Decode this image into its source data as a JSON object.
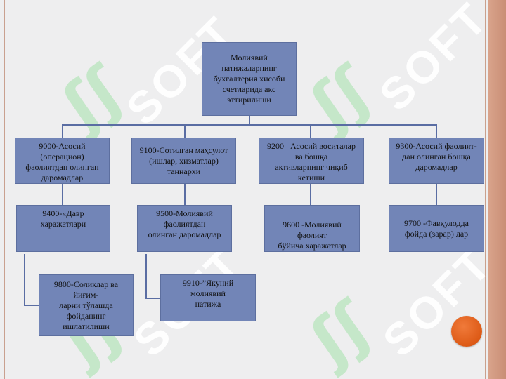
{
  "watermark": {
    "text": "SOFT",
    "logo_glyph": "ʃʃ"
  },
  "diagram": {
    "root": "Молиявий\nнатижаларнинг\nбухгалтерия хисоби\nсчетларида акс\nэттирилиши",
    "level1": [
      "9000-Асосий\n(операцион)\nфаолиятдан олинган\nдаромадлар",
      "9100-Сотилган маҳсулот\n(ишлар, хизматлар)\nтаннархи",
      "9200 –Асосий воситалар\nва бошқа\nактивларнинг чиқиб\nкетиши",
      "9300-Асосий фаолият-\nдан олинган бошқа\nдаромадлар"
    ],
    "level2": [
      "9400-«Давр\nхаражатлари",
      "9500-Молиявий\nфаолиятдан\nолинган даромадлар",
      "9600 -Молиявий\nфаолият\nбўйича харажатлар",
      "9700 -Фавқулодда\nфойда (зарар) лар"
    ],
    "level3": [
      "9800-Солиқлар ва\nйиғим-\nларни тўлашда\nфойданинг\nишлатилиши",
      "9910-”Якуний\nмолиявий\nнатижа"
    ]
  },
  "button": {
    "color": "#e0601e"
  }
}
